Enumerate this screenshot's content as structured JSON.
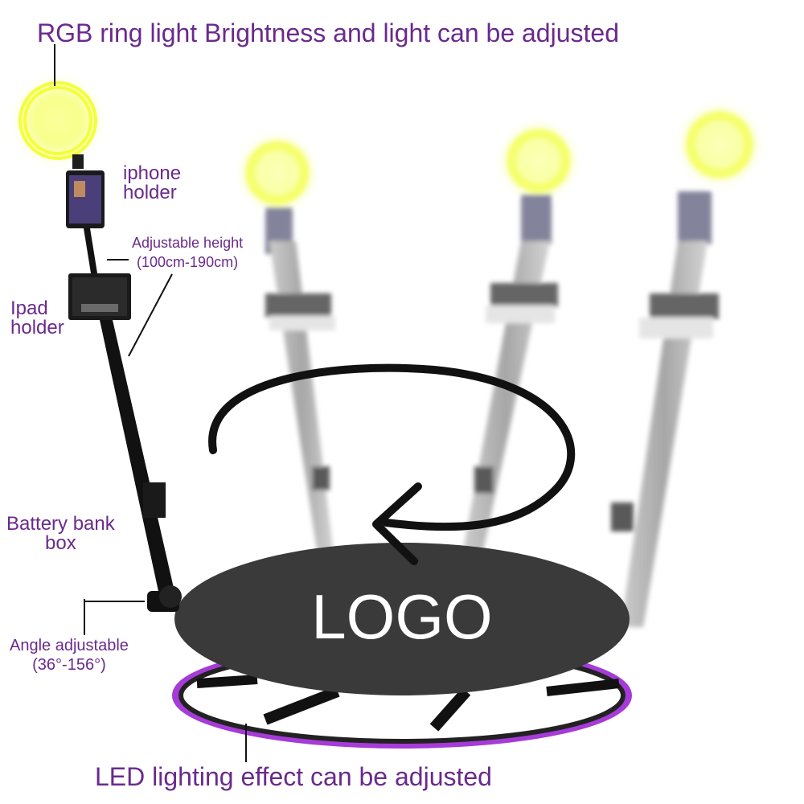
{
  "labels": {
    "ring_light": "RGB ring light Brightness and light can be adjusted",
    "iphone_holder": [
      "iphone",
      "holder"
    ],
    "adjustable_height": [
      "Adjustable height",
      "(100cm-190cm)"
    ],
    "ipad_holder": [
      "Ipad",
      "holder"
    ],
    "battery_box": [
      "Battery bank",
      "box"
    ],
    "angle_adjustable": [
      "Angle adjustable",
      "(36°-156°)"
    ],
    "led_effect": "LED lighting effect can be adjusted"
  },
  "platform": {
    "logo_text": "LOGO"
  },
  "colors": {
    "label_purple": "#6a2a8c",
    "ring_yellow": "#f2ff3a",
    "ring_glow": "#fbff9a",
    "platform_top": "#3a3a3a",
    "led_purple": "#a63bd8",
    "pole_black": "#111111"
  },
  "icons": {
    "rotation": "rotation-arrow-icon"
  }
}
